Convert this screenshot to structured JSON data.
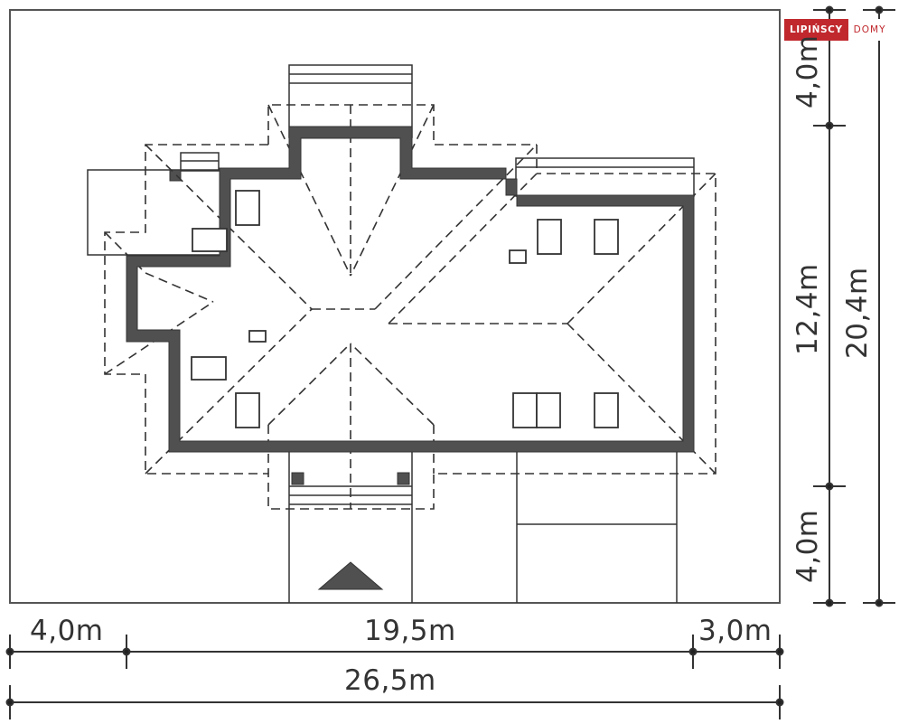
{
  "logo": {
    "brand": "LIPIŃSCY",
    "sub": "DOMY",
    "brand_color": "#c0282d"
  },
  "drawing": {
    "type": "site plan / roof plan",
    "wall_color": "#505050",
    "line_color": "#333333"
  },
  "dimensions": {
    "horizontal": {
      "left_setback": "4,0m",
      "building_width": "19,5m",
      "right_setback": "3,0m",
      "total_width": "26,5m"
    },
    "vertical": {
      "top_setback": "4,0m",
      "building_depth": "12,4m",
      "bottom_setback": "4,0m",
      "total_depth": "20,4m"
    }
  }
}
